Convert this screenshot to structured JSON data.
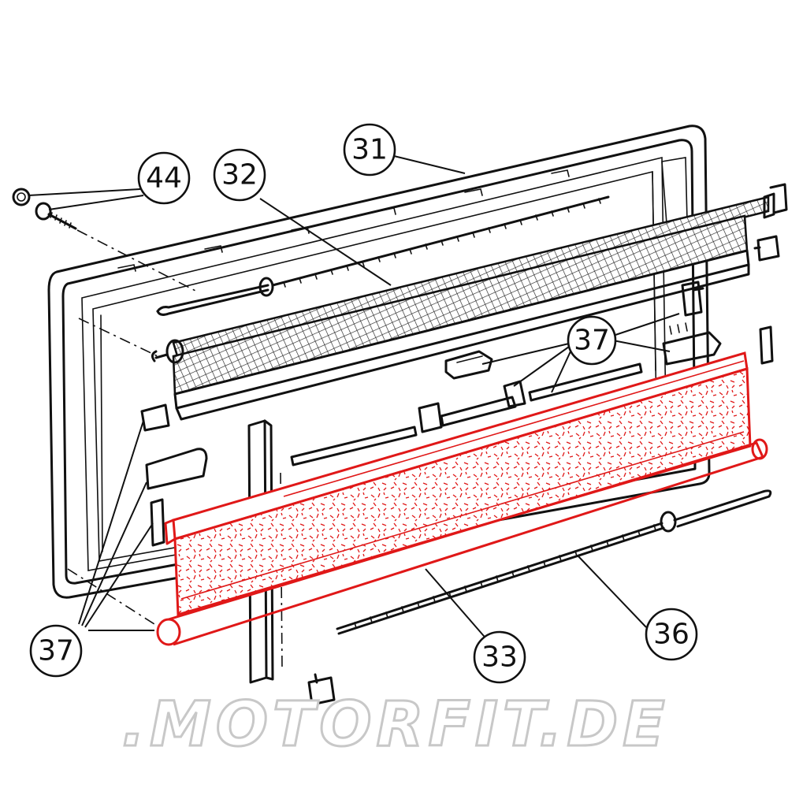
{
  "callouts": {
    "c44": "44",
    "c32": "32",
    "c31": "31",
    "c37_right": "37",
    "c37_left": "37",
    "c36": "36",
    "c33": "33"
  },
  "watermark": ".MOTORFIT.DE",
  "colors": {
    "ink": "#111111",
    "highlight": "#e01818",
    "watermark_outline": "#c8c8c8"
  }
}
